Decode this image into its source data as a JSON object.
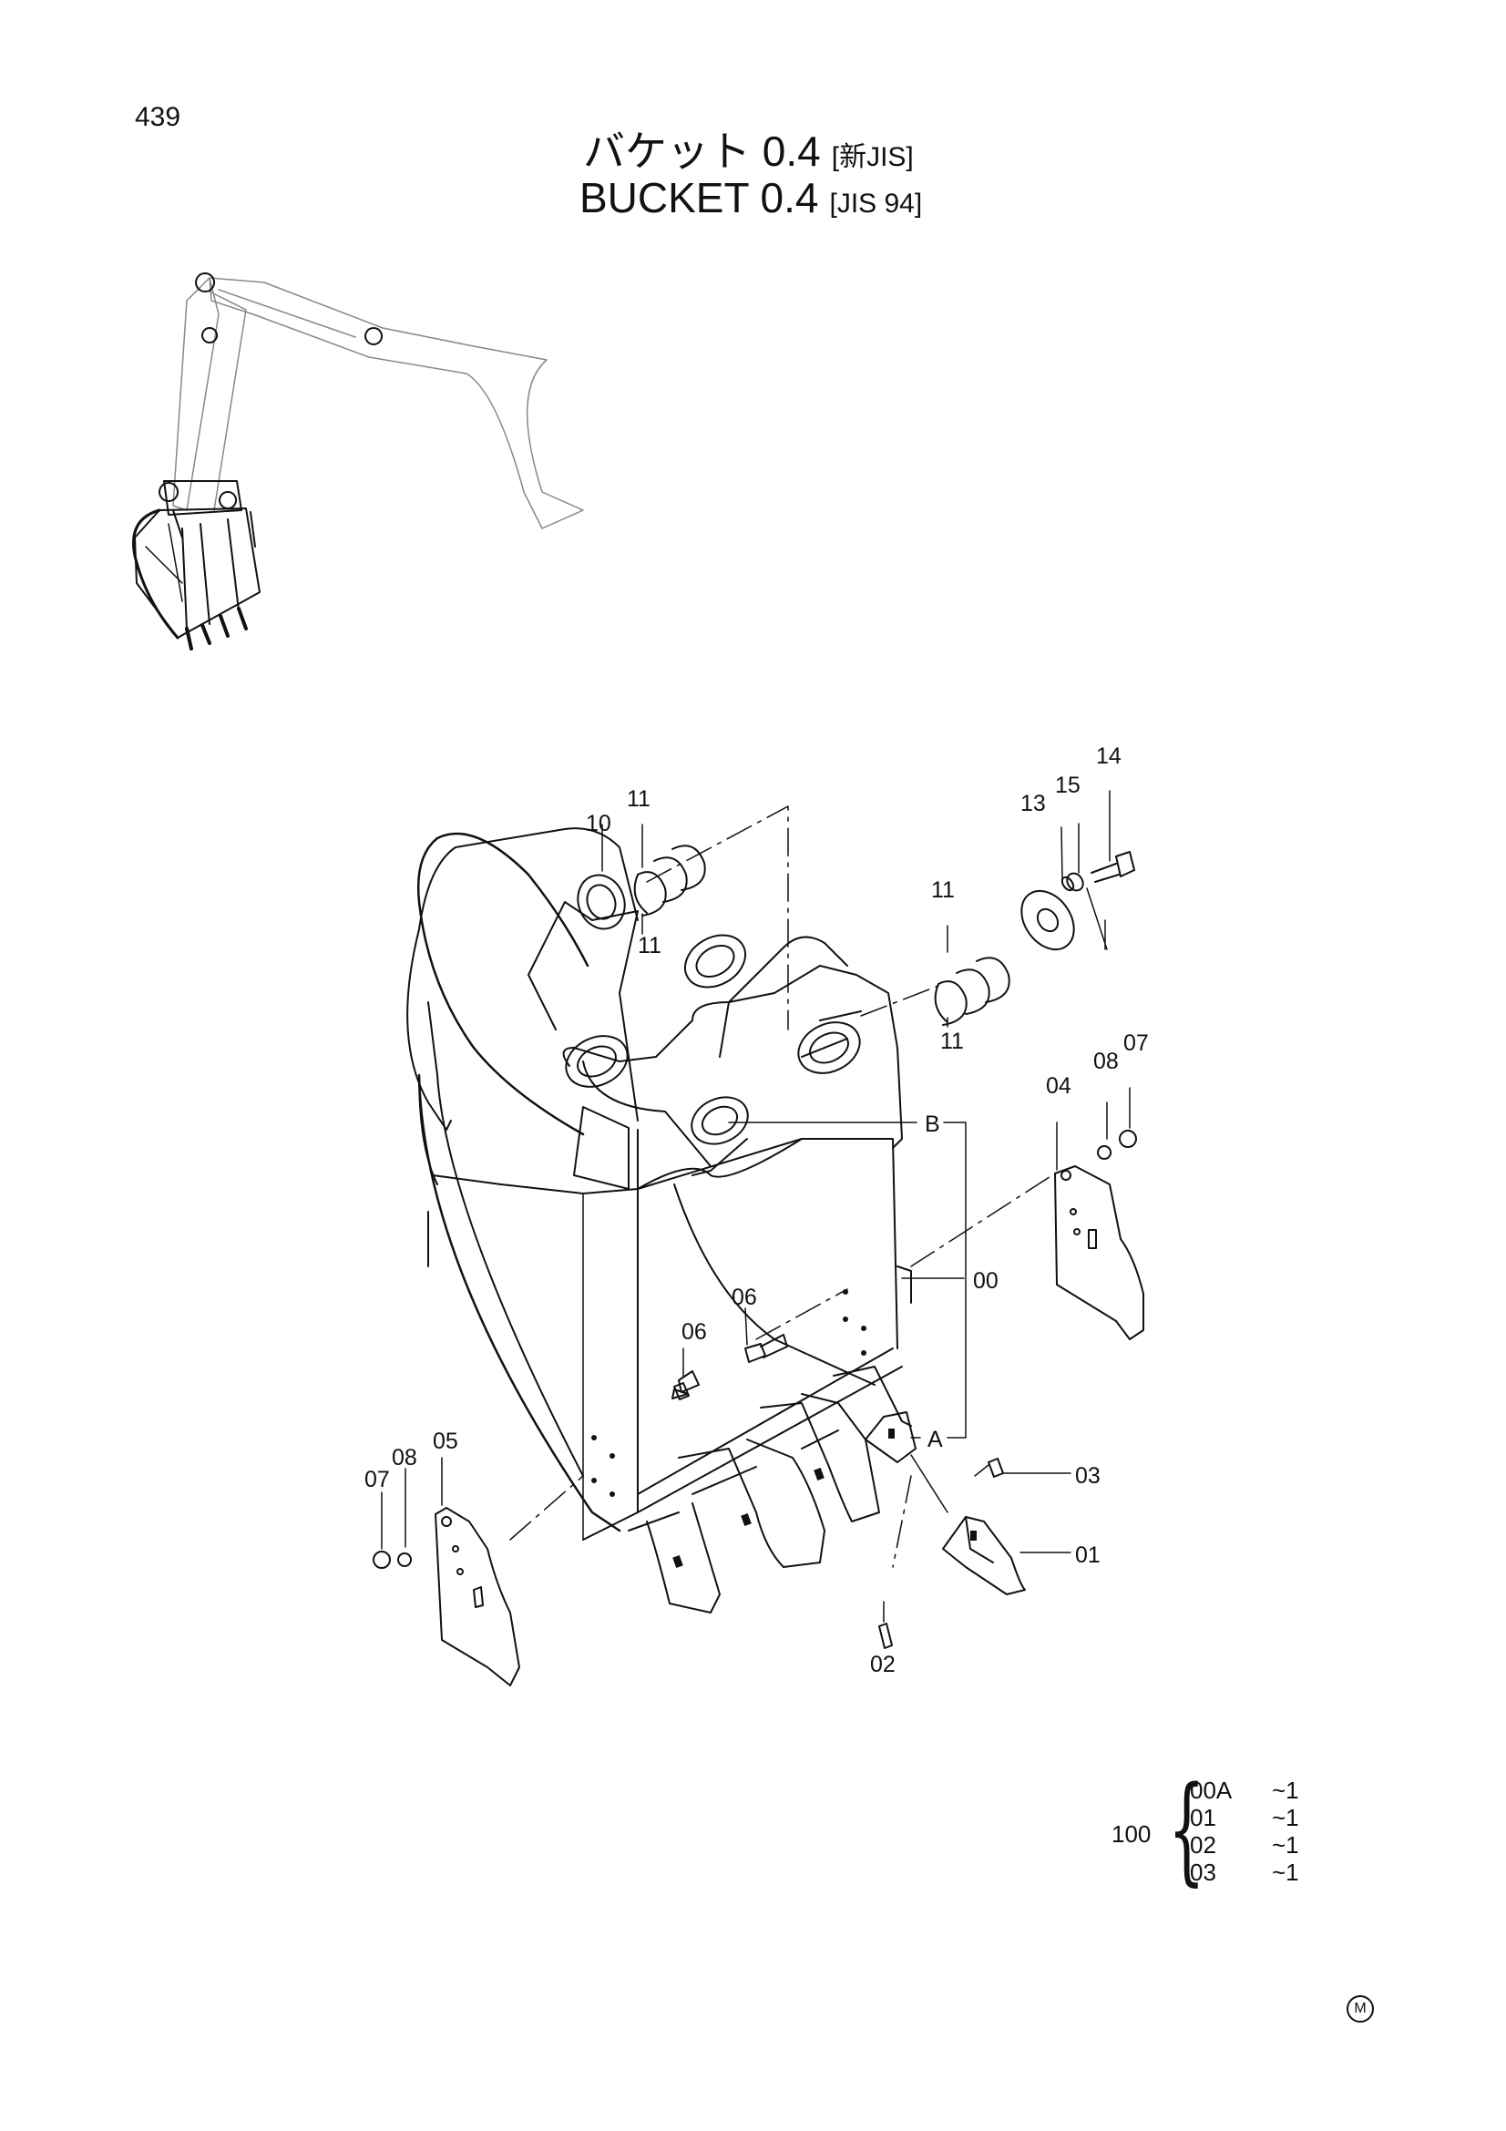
{
  "page": {
    "number": "439"
  },
  "title": {
    "japanese": "バケット 0.4",
    "japanese_tag": "[新JIS]",
    "english": "BUCKET  0.4",
    "english_tag": "[JIS 94]"
  },
  "callouts": {
    "c00": "00",
    "c01": "01",
    "c02": "02",
    "c03": "03",
    "c04": "04",
    "c05": "05",
    "c06a": "06",
    "c06b": "06",
    "c07a": "07",
    "c07b": "07",
    "c08a": "08",
    "c08b": "08",
    "c10": "10",
    "c11a": "11",
    "c11b": "11",
    "c11c": "11",
    "c11d": "11",
    "c13": "13",
    "c14": "14",
    "c15": "15",
    "refA": "A",
    "refB": "B"
  },
  "kit": {
    "code": "100",
    "items": [
      {
        "code": "00A",
        "qty": "~1"
      },
      {
        "code": "01",
        "qty": "~1"
      },
      {
        "code": "02",
        "qty": "~1"
      },
      {
        "code": "03",
        "qty": "~1"
      }
    ]
  },
  "maker_mark": "M"
}
